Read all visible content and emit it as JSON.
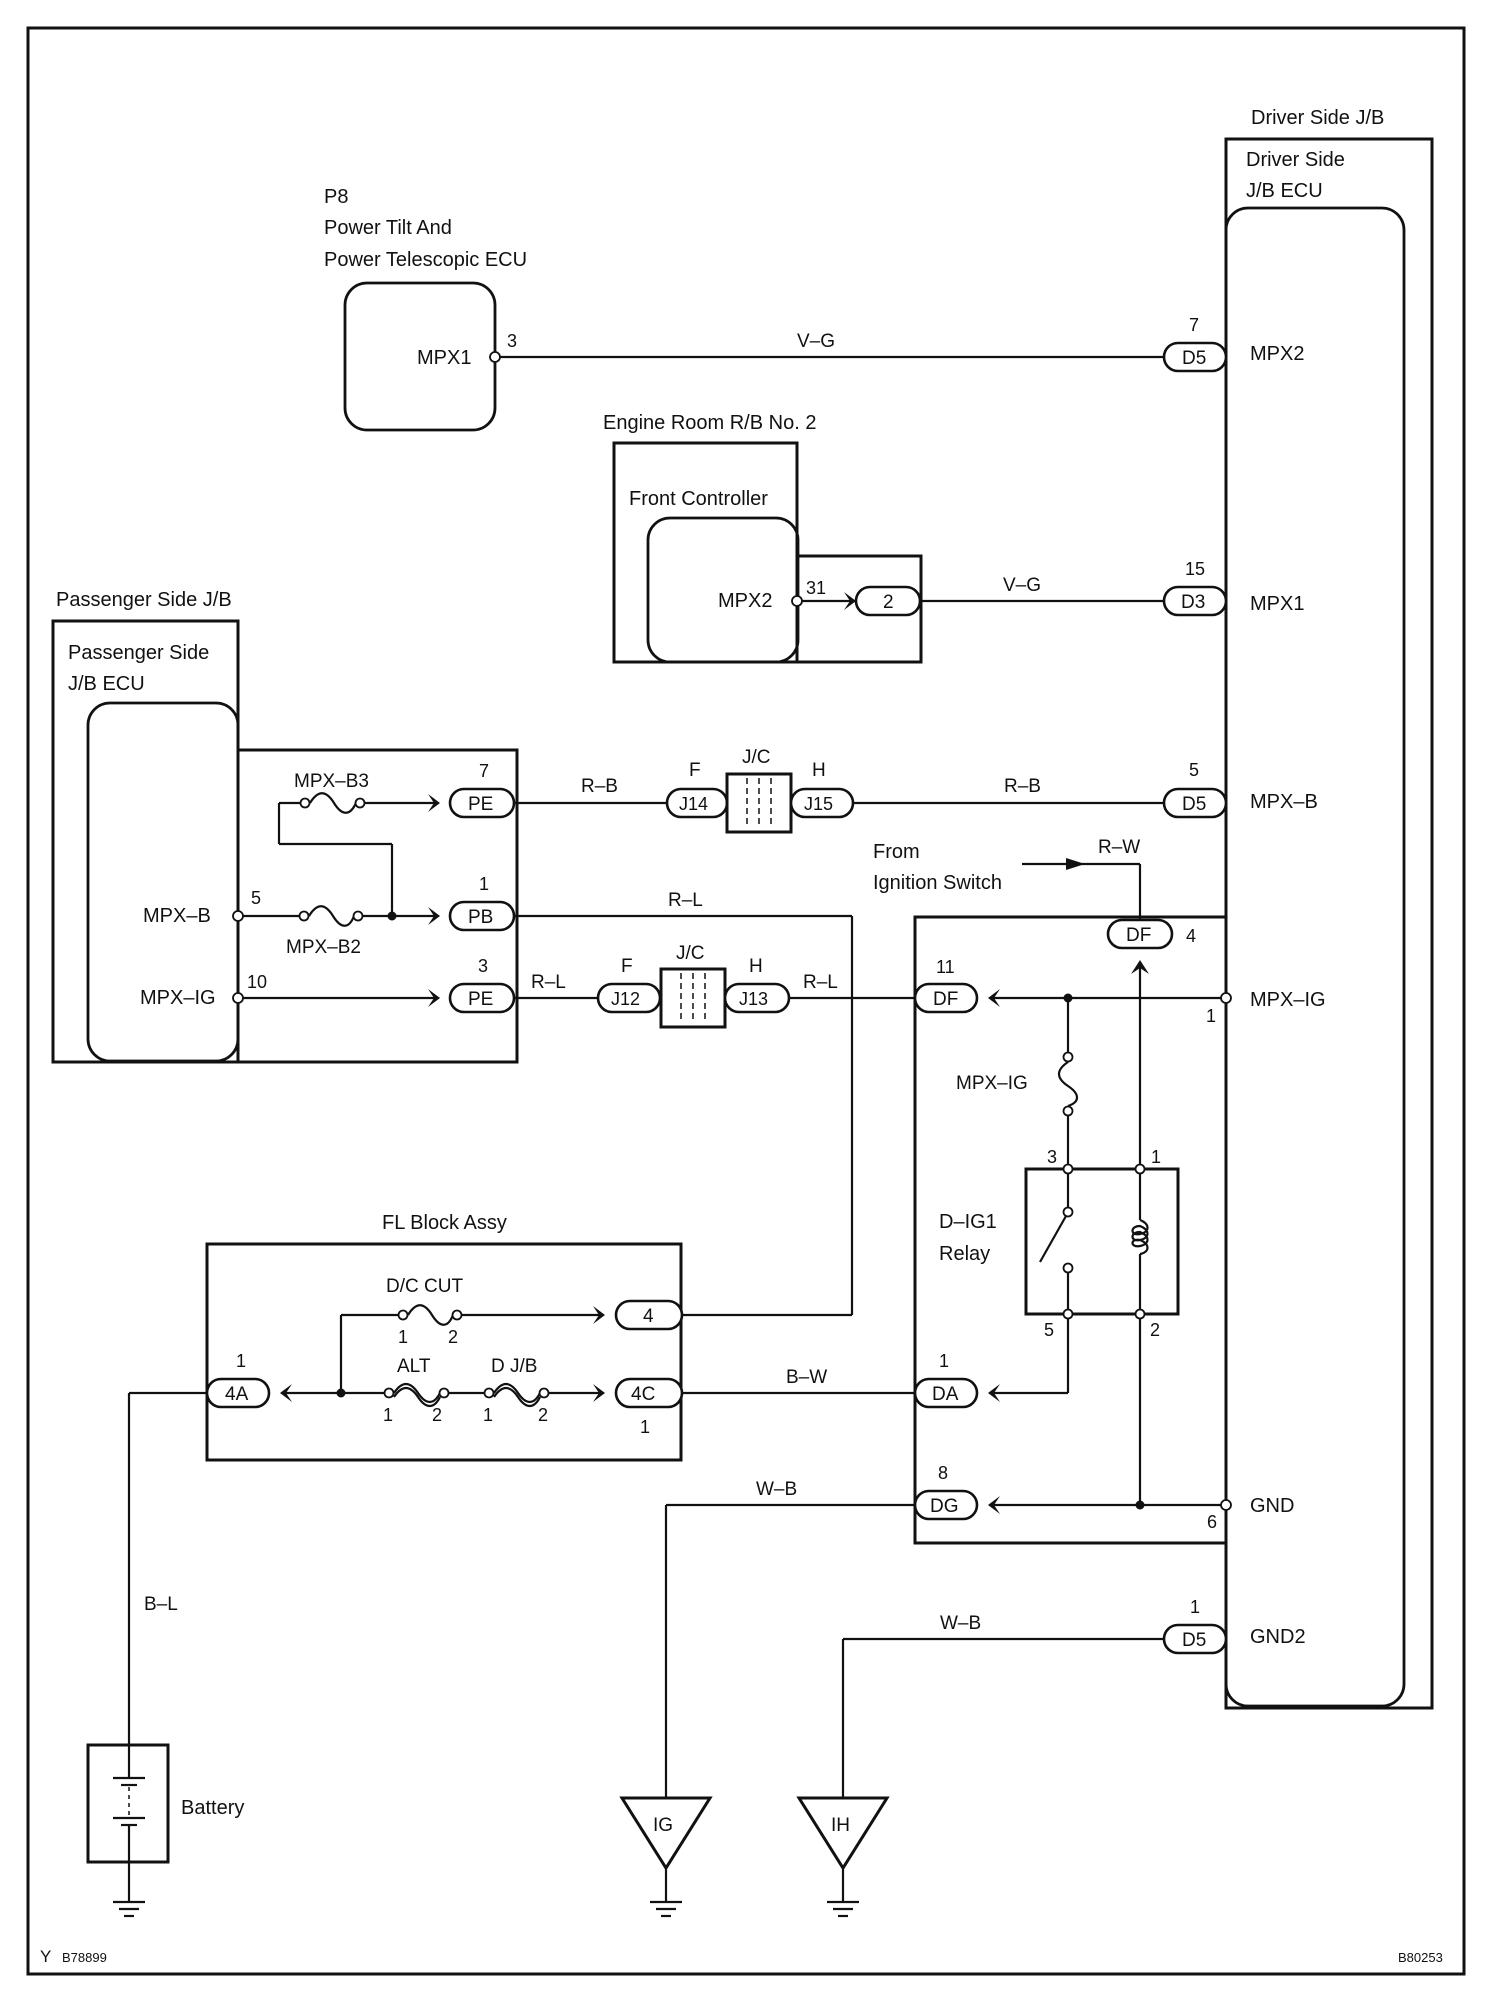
{
  "components": {
    "p8_code": "P8",
    "p8_name_line1": "Power Tilt And",
    "p8_name_line2": "Power Telescopic ECU",
    "p8_pin_label": "MPX1",
    "driver_jb_title": "Driver Side J/B",
    "driver_ecu_line1": "Driver Side",
    "driver_ecu_line2": "J/B ECU",
    "engine_rb_title": "Engine Room R/B No. 2",
    "front_controller": "Front Controller",
    "front_controller_pin": "MPX2",
    "passenger_jb_title": "Passenger Side J/B",
    "passenger_ecu_line1": "Passenger Side",
    "passenger_ecu_line2": "J/B ECU",
    "fl_block": "FL Block Assy",
    "battery": "Battery",
    "relay_line1": "D–IG1",
    "relay_line2": "Relay",
    "from_ign_line1": "From",
    "from_ign_line2": "Ignition Switch"
  },
  "driver_pins": {
    "mpx2": "MPX2",
    "mpx1": "MPX1",
    "mpxb": "MPX–B",
    "mpxig": "MPX–IG",
    "gnd": "GND",
    "gnd2": "GND2"
  },
  "passenger_pins": {
    "mpxb": "MPX–B",
    "mpxig": "MPX–IG"
  },
  "connectors": {
    "d5": "D5",
    "d3": "D3",
    "pe": "PE",
    "pb": "PB",
    "j14": "J14",
    "j15": "J15",
    "j12": "J12",
    "j13": "J13",
    "df": "DF",
    "da": "DA",
    "dg": "DG",
    "c_2": "2",
    "c_4": "4",
    "c_4a": "4A",
    "c_4c": "4C",
    "jc": "J/C",
    "f": "F",
    "h": "H"
  },
  "pin_numbers": {
    "p8_mpx1": "3",
    "d5_mpx2": "7",
    "d3_mpx1": "15",
    "fc_mpx2": "31",
    "pe_top": "7",
    "d5_mpxb": "5",
    "pb": "1",
    "df_top": "4",
    "pass_mpxb": "5",
    "pass_mpxig": "10",
    "pe_bottom": "3",
    "df_left": "11",
    "mpxig_right": "1",
    "relay_3": "3",
    "relay_1": "1",
    "relay_5": "5",
    "relay_2": "2",
    "da": "1",
    "dg": "8",
    "gnd": "6",
    "d5_gnd2": "1",
    "c4a": "1",
    "c4c": "1",
    "dc_cut_1": "1",
    "dc_cut_2": "2",
    "alt_1": "1",
    "alt_2": "2",
    "djb_1": "1",
    "djb_2": "2"
  },
  "wires": {
    "w_vg_top": "V–G",
    "w_vg_mid": "V–G",
    "w_rb_left": "R–B",
    "w_rb_right": "R–B",
    "w_rw": "R–W",
    "w_rl_top": "R–L",
    "w_rl_left": "R–L",
    "w_rl_right": "R–L",
    "w_bw": "B–W",
    "w_wb_left": "W–B",
    "w_wb_right": "W–B",
    "w_bl": "B–L"
  },
  "fuses": {
    "mpxb3": "MPX–B3",
    "mpxb2": "MPX–B2",
    "mpxig": "MPX–IG",
    "dc_cut": "D/C CUT",
    "alt": "ALT",
    "djb": "D J/B"
  },
  "grounds": {
    "ig": "IG",
    "ih": "IH"
  },
  "footer": {
    "left_y": "Y",
    "left_code": "B78899",
    "right_code": "B80253"
  }
}
